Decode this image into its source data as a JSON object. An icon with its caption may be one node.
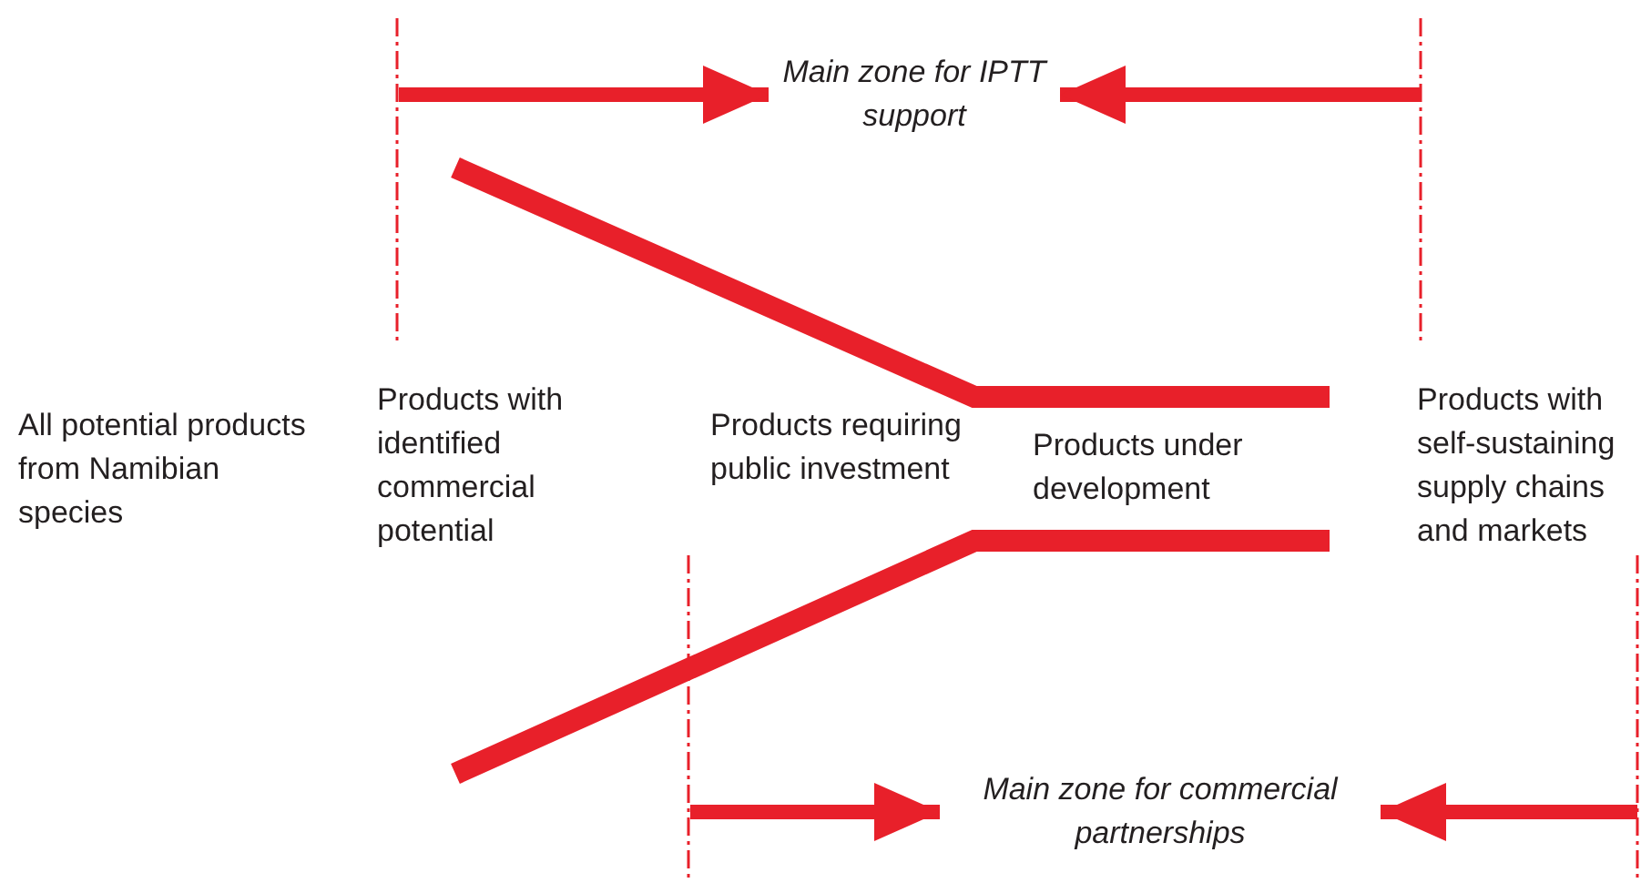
{
  "diagram": {
    "nodes": [
      {
        "text": [
          "Main zone for IPTT support"
        ]
      },
      {
        "text": [
          "Main zone for commercial partnerships"
        ]
      }
    ],
    "edges": [
      {
        "from": null,
        "to": 0,
        "arrow": "to"
      },
      {
        "from": null,
        "to": 0,
        "arrow": "to"
      },
      {
        "from": null,
        "to": 1,
        "arrow": "to"
      },
      {
        "from": null,
        "to": 1,
        "arrow": "to"
      }
    ],
    "labels": [
      "All potential products from Namibian species",
      "Products with identified commercial potential",
      "Products requiring public investment",
      "Products under development",
      "Products with self-sustaining supply chains and markets"
    ]
  }
}
